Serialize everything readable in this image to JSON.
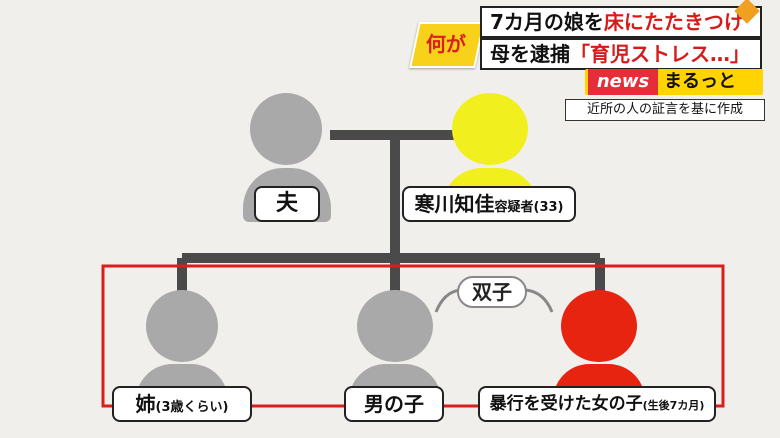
{
  "headline": {
    "badge": "何が",
    "line1_pre": "7カ月の娘を",
    "line1_red": "床にたたきつけ",
    "line2_pre": "母を逮捕",
    "line2_red": "「育児ストレス…」"
  },
  "program": {
    "news": "news",
    "maru": "まるっと"
  },
  "source_note": "近所の人の証言を基に作成",
  "family": {
    "father": {
      "label": "夫"
    },
    "mother": {
      "name": "寒川知佳",
      "suffix": "容疑者(33)"
    },
    "sister": {
      "label": "姉",
      "note": "(3歳くらい)"
    },
    "boy": {
      "label": "男の子"
    },
    "girl": {
      "label": "暴行を受けた女の子",
      "note": "(生後7カ月)"
    },
    "twins": "双子"
  },
  "colors": {
    "gray_person": "#a9a9a9",
    "suspect": "#f2ef1f",
    "victim": "#e62410",
    "highlight_box": "#d91e1e",
    "connector": "#4a4a4a"
  }
}
